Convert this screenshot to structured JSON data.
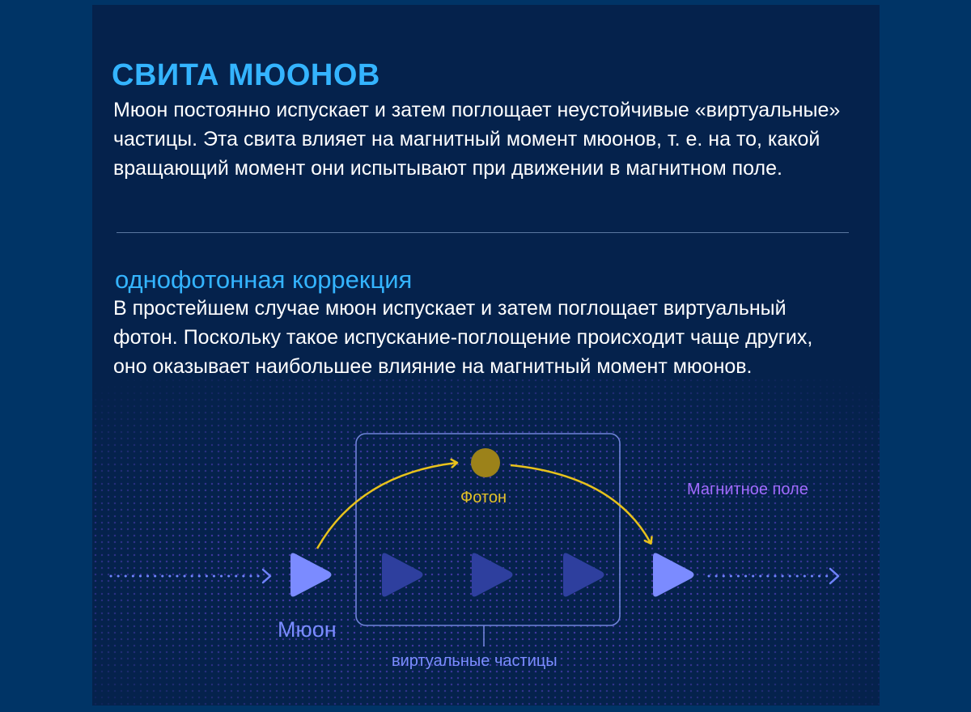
{
  "header": {
    "title": "СВИТА МЮОНОВ",
    "paragraph": "Мюон постоянно испускает и затем поглощает неустойчивые «виртуальные» частицы. Эта свита влияет на магнитный момент мюонов, т. е. на то, какой вращающий момент они испытывают при движении в магнитном поле."
  },
  "section": {
    "subtitle": "однофотонная коррекция",
    "paragraph": "В простейшем случае мюон испускает и затем поглощает виртуальный фотон. Поскольку такое испускание-поглощение происходит чаще других, оно оказывает наибольшее влияние на магнитный момент мюонов."
  },
  "diagram": {
    "photon_label": "Фотон",
    "field_label": "Магнитное поле",
    "muon_label": "Мюон",
    "virtual_label": "виртуальные частицы",
    "colors": {
      "title": "#34b4ff",
      "muon": "#7b8bff",
      "virtual_particle": "#2e3f9e",
      "photon": "#9c821a",
      "arrow": "#e8c21c",
      "field": "#a26bff"
    }
  }
}
